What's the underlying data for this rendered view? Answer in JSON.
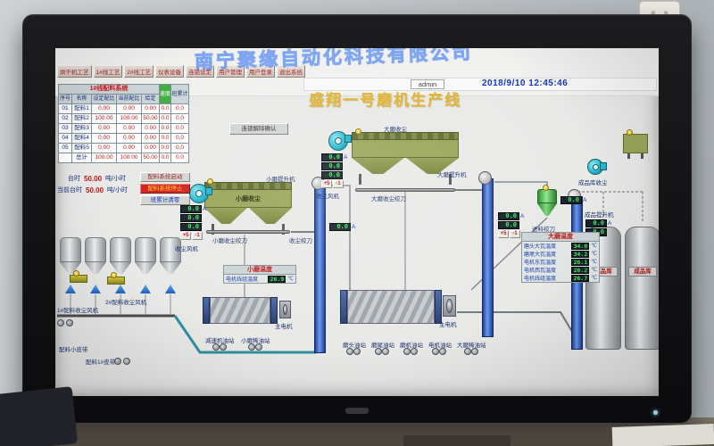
{
  "watermark": "南宁聚缘自动化科技有限公司",
  "header": {
    "menu": [
      "烘干机工艺",
      "1#线工艺",
      "2#线工艺",
      "仪表设备",
      "连锁设定",
      "用户管理",
      "用户登录",
      "退出系统"
    ],
    "user": "admin",
    "datetime": "2018/9/10 12:45:46"
  },
  "title": "盛翔一号磨机生产线",
  "interlock_button": "连锁解除确认",
  "batching": {
    "title": "1#线配料系统",
    "columns": [
      "序号",
      "名称",
      "设定配比",
      "当前配比",
      "给定",
      "速度",
      "班累计"
    ],
    "rows": [
      [
        "01",
        "配料1",
        "0.00",
        "0.00",
        "0.00",
        "0.0",
        "0.0"
      ],
      [
        "02",
        "配料2",
        "100.00",
        "100.00",
        "50.00",
        "0.0",
        "0.0"
      ],
      [
        "03",
        "配料3",
        "0.00",
        "0.00",
        "0.00",
        "0.0",
        "0.0"
      ],
      [
        "04",
        "配料4",
        "0.00",
        "0.00",
        "0.00",
        "0.0",
        "0.0"
      ],
      [
        "05",
        "配料5",
        "0.00",
        "0.00",
        "0.00",
        "0.0",
        "0.0"
      ],
      [
        "",
        "总计",
        "100.00",
        "100.00",
        "50.00",
        "0.0",
        "0.0"
      ]
    ],
    "rate_label": "台时",
    "rate_value": "50.00",
    "rate_unit": "吨/小时",
    "current_rate_label": "当前台时",
    "current_rate_value": "50.00",
    "current_rate_unit": "吨/小时",
    "start_button": "配料系统启动",
    "stop_button": "配料系统停止",
    "clear_button": "班累计清零"
  },
  "small_mill_temp": {
    "title": "小磨温度",
    "rows": [
      {
        "label": "电机线组温度",
        "value": "26.9",
        "unit": "℃"
      }
    ]
  },
  "big_mill_temp": {
    "title": "大磨温度",
    "rows": [
      {
        "label": "磨头大瓦温度",
        "value": "34.0",
        "unit": "℃"
      },
      {
        "label": "磨尾大瓦温度",
        "value": "34.2",
        "unit": "℃"
      },
      {
        "label": "电机东瓦温度",
        "value": "26.1",
        "unit": "℃"
      },
      {
        "label": "电机西瓦温度",
        "value": "26.2",
        "unit": "℃"
      },
      {
        "label": "电机线组温度",
        "value": "26.7",
        "unit": "℃"
      }
    ]
  },
  "equipment": {
    "small_dust_collector": "小磨收尘",
    "small_dust_screw": "小磨收尘绞刀",
    "big_dust_collector": "大磨收尘",
    "big_dust_screw": "大磨收尘绞刀",
    "dust_fan": "收尘风机",
    "dust_screw": "收尘绞刀",
    "small_mill_elevator": "小磨提升机",
    "big_mill_elevator": "大磨提升机",
    "product_elevator": "成品提升机",
    "feed_screw": "进料绞刀",
    "product_silo": "成品库",
    "silo_dust_collector": "成品库收尘",
    "batch_dust_fan_1": "1#配料收尘风机",
    "batch_dust_fan_2": "2#配料收尘风机",
    "batch_belt_small": "配料小皮带",
    "batch_belt_1": "配料1#皮带",
    "main_motor": "主电机",
    "oil_station_1": "减速机油站",
    "oil_station_2": "小磨稀油站",
    "oil_station_3": "磨头油站",
    "oil_station_4": "磨尾油站",
    "oil_station_5": "磨机油站",
    "oil_station_6": "电机油站",
    "oil_station_7": "大磨稀油站"
  },
  "readout": {
    "zero": "0.0",
    "amp": "A",
    "plus": "+5",
    "minus": "-1"
  },
  "colors": {
    "title_text": "#e0b42a",
    "alarm_red": "#d01414",
    "run_green": "#3fae3f",
    "elevator_blue": "#2a55b8",
    "readout_green": "#35f050",
    "datetime_blue": "#1535c8"
  }
}
